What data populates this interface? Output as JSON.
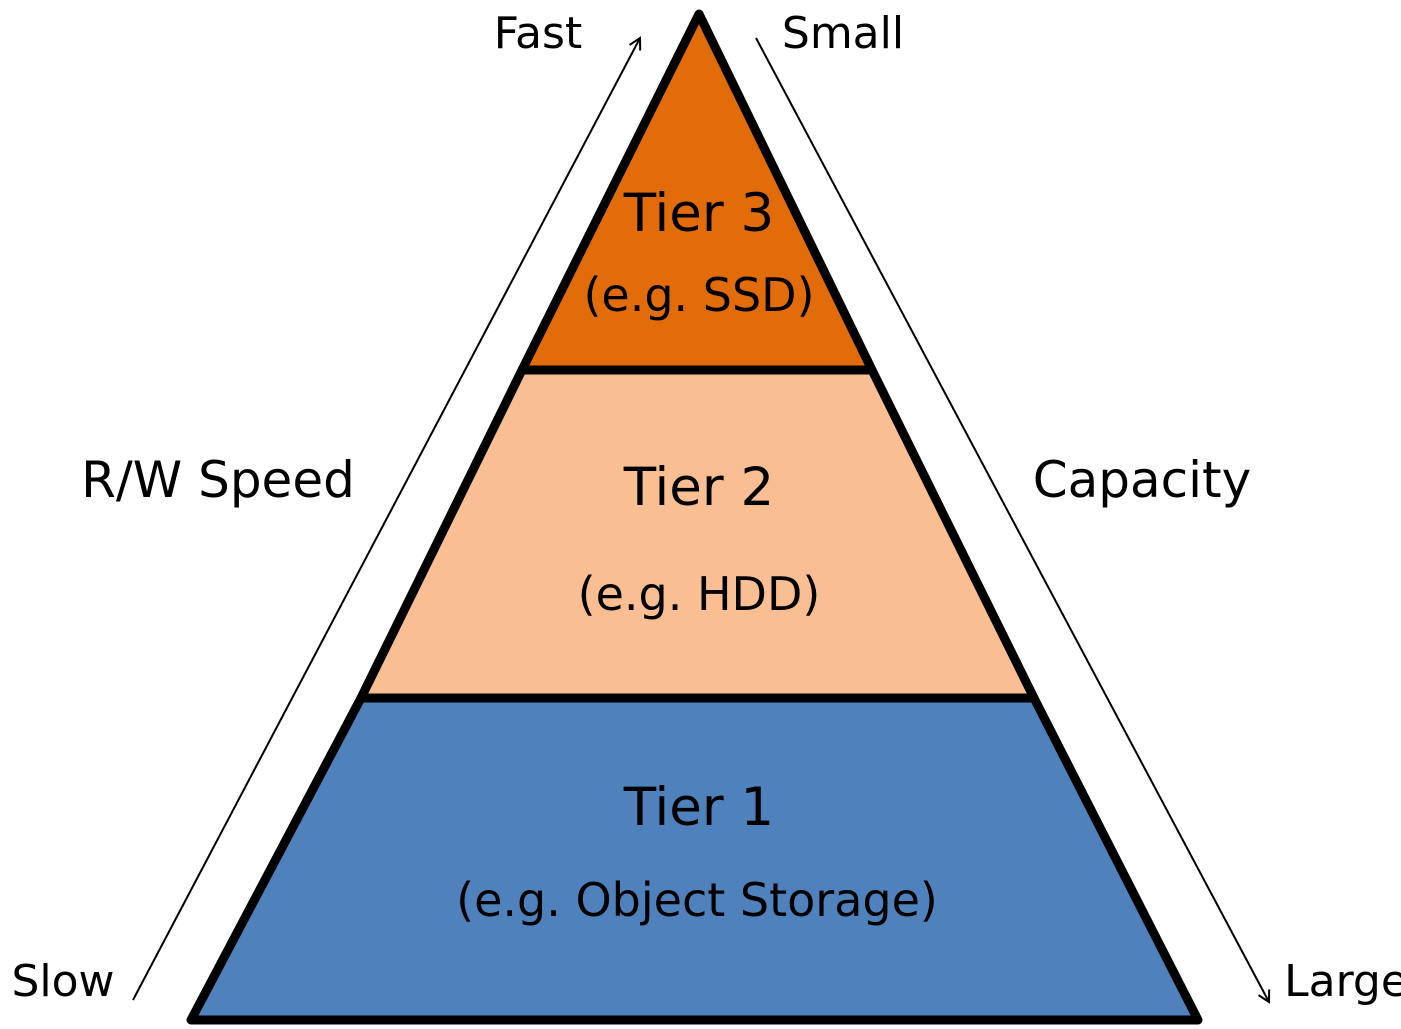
{
  "speed_axis": {
    "label": "R/W Speed",
    "top_label": "Fast",
    "bottom_label": "Slow"
  },
  "capacity_axis": {
    "label": "Capacity",
    "top_label": "Small",
    "bottom_label": "Large"
  },
  "tiers": [
    {
      "title": "Tier 3",
      "example": "(e.g. SSD)",
      "color": "#E36C0A"
    },
    {
      "title": "Tier 2",
      "example": "(e.g. HDD)",
      "color": "#F9BF92"
    },
    {
      "title": "Tier 1",
      "example": "(e.g. Object Storage)",
      "color": "#4F81BD"
    }
  ],
  "outline_color": "#000000"
}
